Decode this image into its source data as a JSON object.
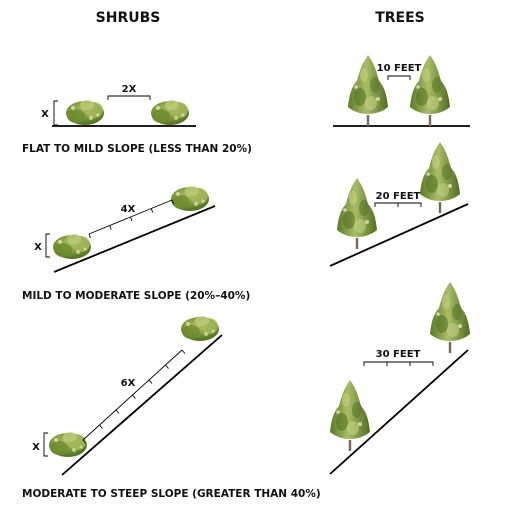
{
  "headers": {
    "shrubs": "SHRUBS",
    "trees": "TREES"
  },
  "rows": [
    {
      "caption": "FLAT TO MILD SLOPE (LESS THAN 20%)",
      "shrub_spacing": "2X",
      "shrub_height": "X",
      "tree_spacing": "10 FEET"
    },
    {
      "caption": "MILD TO MODERATE SLOPE (20%–40%)",
      "shrub_spacing": "4X",
      "shrub_height": "X",
      "tree_spacing": "20 FEET"
    },
    {
      "caption": "MODERATE TO STEEP SLOPE (GREATER THAN 40%)",
      "shrub_spacing": "6X",
      "shrub_height": "X",
      "tree_spacing": "30 FEET"
    }
  ],
  "colors": {
    "foliage_dark": "#4f6f22",
    "foliage_mid": "#7d9a3a",
    "foliage_light": "#b3c26a",
    "trunk": "#7a6a55",
    "line": "#000000"
  }
}
